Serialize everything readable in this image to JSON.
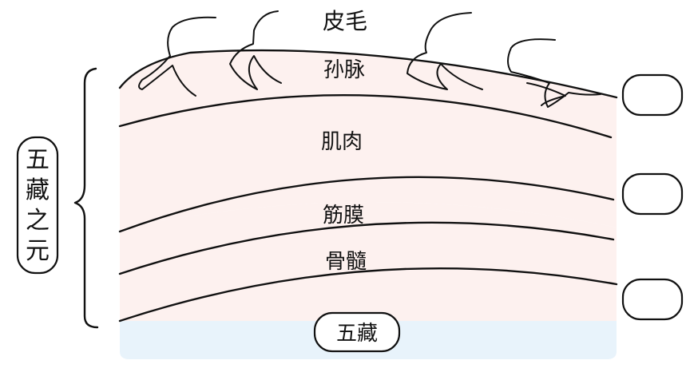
{
  "colors": {
    "tissue": "#fdf1ef",
    "organ": "#e8f3fb",
    "ink": "#111111"
  },
  "layers": [
    {
      "id": "skin-hair",
      "label": "皮毛"
    },
    {
      "id": "sun-mai",
      "label": "孙脉"
    },
    {
      "id": "muscle",
      "label": "肌肉"
    },
    {
      "id": "fascia",
      "label": "筋膜"
    },
    {
      "id": "bone-marrow",
      "label": "骨髓"
    },
    {
      "id": "organs",
      "label": "五藏"
    }
  ],
  "left_label": [
    "五",
    "藏",
    "之",
    "元"
  ],
  "right_labels": [
    "",
    "",
    ""
  ]
}
